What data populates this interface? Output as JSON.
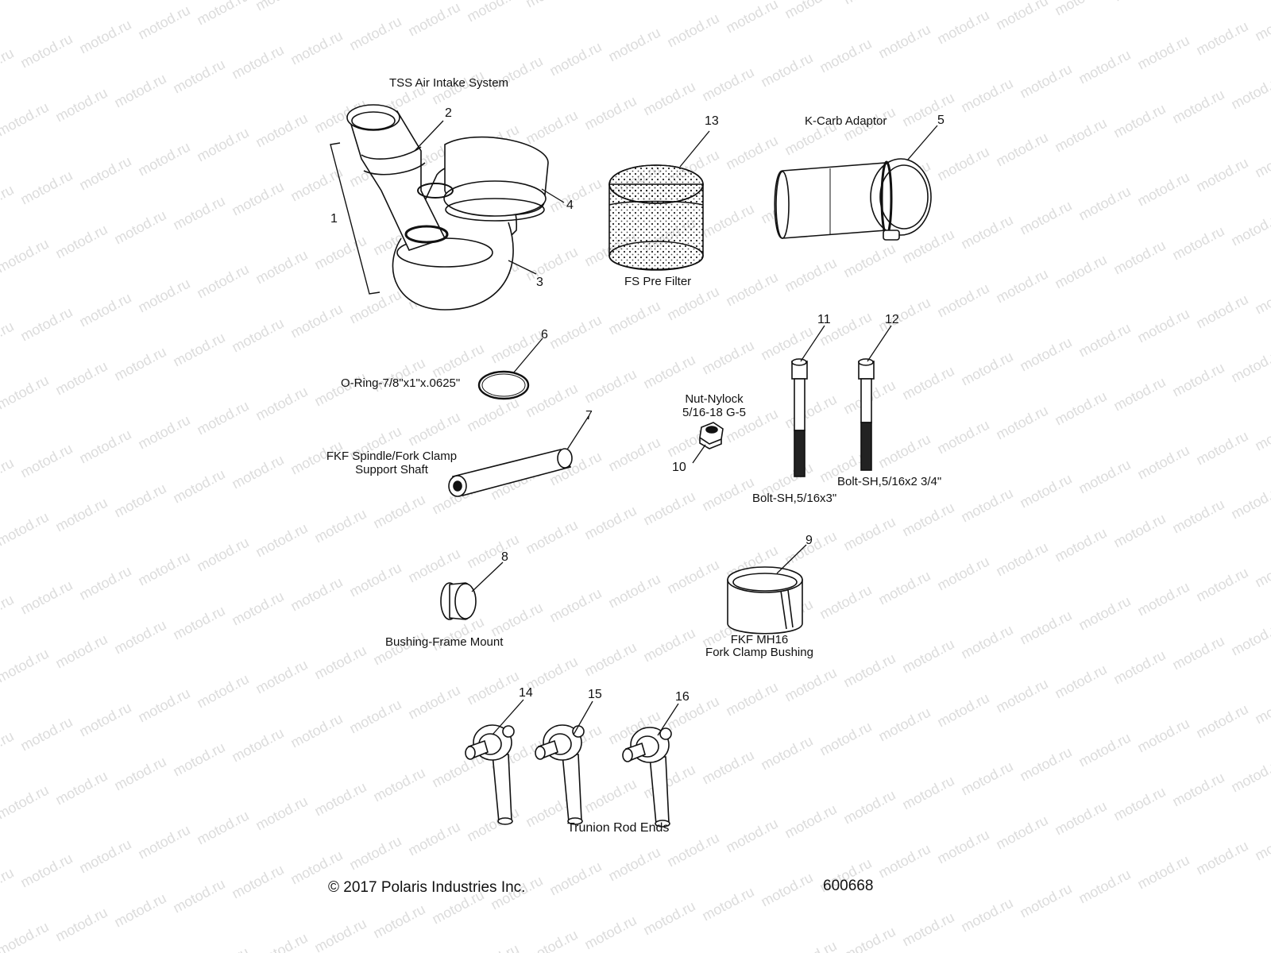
{
  "watermark": "motod.ru",
  "copyright": "© 2017 Polaris Industries Inc.",
  "diagram_number": "600668",
  "labels": {
    "tss": "TSS Air Intake System",
    "kcarb": "K-Carb Adaptor",
    "prefilter": "FS Pre Filter",
    "oring": "O-Ring-7/8\"x1\"x.0625\"",
    "nut_line1": "Nut-Nylock",
    "nut_line2": "5/16-18 G-5",
    "shaft_line1": "FKF Spindle/Fork Clamp",
    "shaft_line2": "Support Shaft",
    "bolt_short": "Bolt-SH,5/16x3\"",
    "bolt_long": "Bolt-SH,5/16x2 3/4\"",
    "bushing_frame": "Bushing-Frame Mount",
    "fork_bushing_line1": "FKF MH16",
    "fork_bushing_line2": "Fork Clamp Bushing",
    "trunion": "Trunion Rod Ends"
  },
  "callouts": [
    "1",
    "2",
    "3",
    "4",
    "5",
    "6",
    "7",
    "8",
    "9",
    "10",
    "11",
    "12",
    "13",
    "14",
    "15",
    "16"
  ]
}
